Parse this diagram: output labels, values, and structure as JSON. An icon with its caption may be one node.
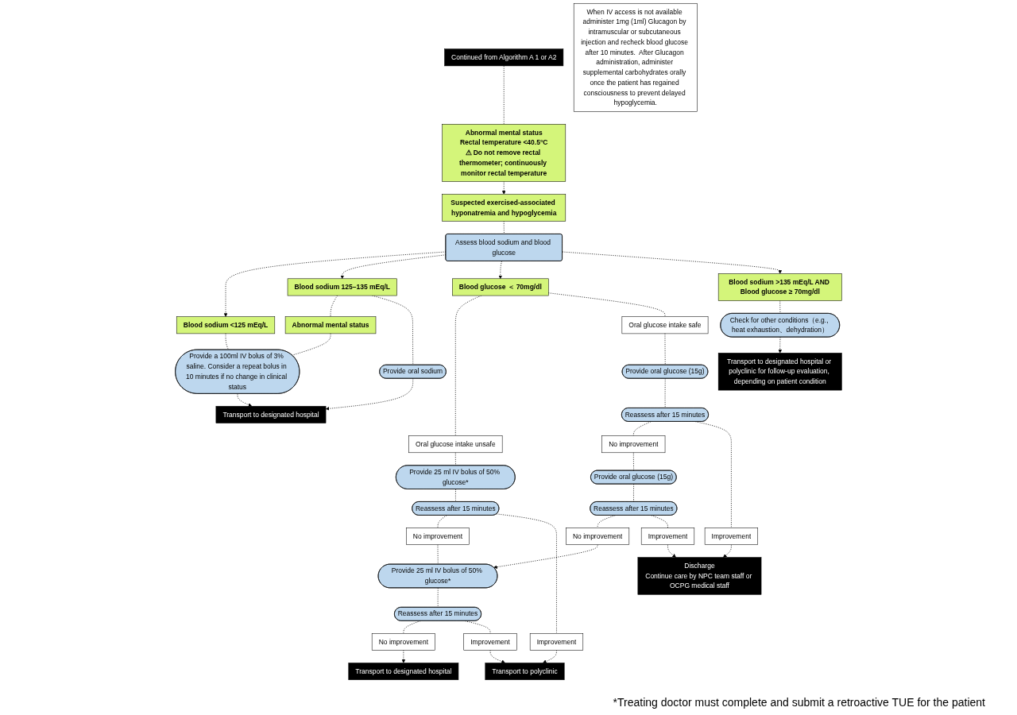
{
  "diagram": {
    "nodes": [
      {
        "text": [
          "Continued from Algorithm A 1 or A2"
        ]
      },
      {
        "text": [
          "Abnormal mental status",
          "Rectal temperature <40.5°C",
          "⚠ Do not remove rectal thermometer; continuously monitor rectal temperature"
        ]
      },
      {
        "text": [
          "Suspected exercised-associated hyponatremia and hypoglycemia"
        ]
      },
      {
        "text": [
          "Assess blood sodium and blood glucose"
        ]
      },
      {
        "text": [
          "Blood sodium <125 mEq/L"
        ]
      },
      {
        "text": [
          "Blood sodium 125–135 mEq/L"
        ]
      },
      {
        "text": [
          "Blood glucose ＜ 70mg/dl"
        ]
      },
      {
        "text": [
          "Blood sodium >135 mEq/L AND Blood glucose ≥ 70mg/dl"
        ]
      },
      {
        "text": [
          "Abnormal mental status"
        ]
      },
      {
        "text": [
          "Provide a 100ml IV bolus of 3% saline. Consider a repeat bolus in 10 minutes if no change in clinical status"
        ]
      },
      {
        "text": [
          "Provide oral sodium"
        ]
      },
      {
        "text": [
          "Oral glucose intake unsafe"
        ]
      },
      {
        "text": [
          "Oral glucose intake safe"
        ]
      },
      {
        "text": [
          "Check for other conditions（e.g., heat exhaustion、dehydration）"
        ]
      },
      {
        "text": [
          "Transport to designated hospital"
        ]
      },
      {
        "text": [
          "Provide 25 ml IV bolus of 50% glucose*"
        ]
      },
      {
        "text": [
          "Provide oral glucose (15g)"
        ]
      },
      {
        "text": [
          "Transport to designated hospital or polyclinic for follow-up evaluation, depending on patient condition"
        ]
      },
      {
        "text": [
          "Reassess after 15 minutes"
        ]
      },
      {
        "text": [
          "Reassess after 15 minutes"
        ]
      },
      {
        "text": [
          "No improvement"
        ]
      },
      {
        "text": [
          "Improvement"
        ]
      },
      {
        "text": [
          "No improvement"
        ]
      },
      {
        "text": [
          "Improvement"
        ]
      },
      {
        "text": [
          "Provide 25 ml IV bolus of 50% glucose*"
        ]
      },
      {
        "text": [
          "Provide oral glucose (15g)"
        ]
      },
      {
        "text": [
          "Reassess after 15 minutes"
        ]
      },
      {
        "text": [
          "Reassess after 15 minutes"
        ]
      },
      {
        "text": [
          "No improvement"
        ]
      },
      {
        "text": [
          "Improvement"
        ]
      },
      {
        "text": [
          "No improvement"
        ]
      },
      {
        "text": [
          "Improvement"
        ]
      },
      {
        "text": [
          "Transport to designated hospital"
        ]
      },
      {
        "text": [
          "Transport to polyclinic"
        ]
      },
      {
        "text": [
          "Discharge",
          "Continue care by NPC team staff or OCPG medical staff"
        ]
      },
      {
        "text": [
          "When IV access is not available administer 1mg (1ml) Glucagon by intramuscular or subcutaneous injection and recheck blood glucose after 10 minutes.  After Glucagon administration, administer supplemental carbohydrates orally once the patient has regained consciousness to prevent delayed hypoglycemia."
        ]
      }
    ],
    "edges": [
      {
        "from": 0,
        "to": 1,
        "arrow": "none",
        "style": "dashed"
      },
      {
        "from": 1,
        "to": 2,
        "arrow": "to",
        "style": "dashed"
      },
      {
        "from": 2,
        "to": 3,
        "arrow": "none",
        "style": "dashed"
      },
      {
        "from": 3,
        "to": 4,
        "arrow": "to",
        "style": "dashed"
      },
      {
        "from": 3,
        "to": 5,
        "arrow": "to",
        "style": "dashed"
      },
      {
        "from": 3,
        "to": 6,
        "arrow": "to",
        "style": "dashed"
      },
      {
        "from": 3,
        "to": 7,
        "arrow": "to",
        "style": "dashed"
      },
      {
        "from": 4,
        "to": 9,
        "arrow": "none",
        "style": "dashed"
      },
      {
        "from": 5,
        "to": 8,
        "arrow": "none",
        "style": "dashed"
      },
      {
        "from": 5,
        "to": 10,
        "arrow": "none",
        "style": "dashed"
      },
      {
        "from": 6,
        "to": 11,
        "arrow": "none",
        "style": "dashed"
      },
      {
        "from": 6,
        "to": 12,
        "arrow": "none",
        "style": "dashed"
      },
      {
        "from": 7,
        "to": 13,
        "arrow": "none",
        "style": "dashed"
      },
      {
        "from": 8,
        "to": 9,
        "arrow": "none",
        "style": "dashed"
      },
      {
        "from": 11,
        "to": 15,
        "arrow": "none",
        "style": "dashed"
      },
      {
        "from": 12,
        "to": 16,
        "arrow": "none",
        "style": "dashed"
      },
      {
        "from": 13,
        "to": 17,
        "arrow": "to",
        "style": "dashed"
      },
      {
        "from": 9,
        "to": 14,
        "arrow": "to",
        "style": "dashed"
      },
      {
        "from": 10,
        "to": 14,
        "arrow": "to",
        "style": "dashed"
      },
      {
        "from": 15,
        "to": 18,
        "arrow": "none",
        "style": "dashed"
      },
      {
        "from": 16,
        "to": 19,
        "arrow": "none",
        "style": "dashed"
      },
      {
        "from": 18,
        "to": 20,
        "arrow": "none",
        "style": "dashed"
      },
      {
        "from": 18,
        "to": 21,
        "arrow": "none",
        "style": "dashed"
      },
      {
        "from": 19,
        "to": 22,
        "arrow": "none",
        "style": "dashed"
      },
      {
        "from": 19,
        "to": 23,
        "arrow": "none",
        "style": "dashed"
      },
      {
        "from": 20,
        "to": 24,
        "arrow": "none",
        "style": "dashed"
      },
      {
        "from": 22,
        "to": 25,
        "arrow": "none",
        "style": "dashed"
      },
      {
        "from": 30,
        "to": 24,
        "arrow": "to",
        "style": "dashed"
      },
      {
        "from": 24,
        "to": 26,
        "arrow": "none",
        "style": "dashed"
      },
      {
        "from": 25,
        "to": 27,
        "arrow": "none",
        "style": "dashed"
      },
      {
        "from": 26,
        "to": 28,
        "arrow": "none",
        "style": "dashed"
      },
      {
        "from": 26,
        "to": 29,
        "arrow": "none",
        "style": "dashed"
      },
      {
        "from": 27,
        "to": 30,
        "arrow": "none",
        "style": "dashed"
      },
      {
        "from": 27,
        "to": 31,
        "arrow": "none",
        "style": "dashed"
      },
      {
        "from": 28,
        "to": 32,
        "arrow": "to",
        "style": "dashed"
      },
      {
        "from": 29,
        "to": 33,
        "arrow": "to",
        "style": "dashed"
      },
      {
        "from": 21,
        "to": 33,
        "arrow": "to",
        "style": "dashed"
      },
      {
        "from": 31,
        "to": 34,
        "arrow": "to",
        "style": "dashed"
      },
      {
        "from": 23,
        "to": 34,
        "arrow": "to",
        "style": "dashed"
      }
    ],
    "labels": [
      "*Treating doctor must complete and submit a retroactive TUE for the patient"
    ]
  }
}
